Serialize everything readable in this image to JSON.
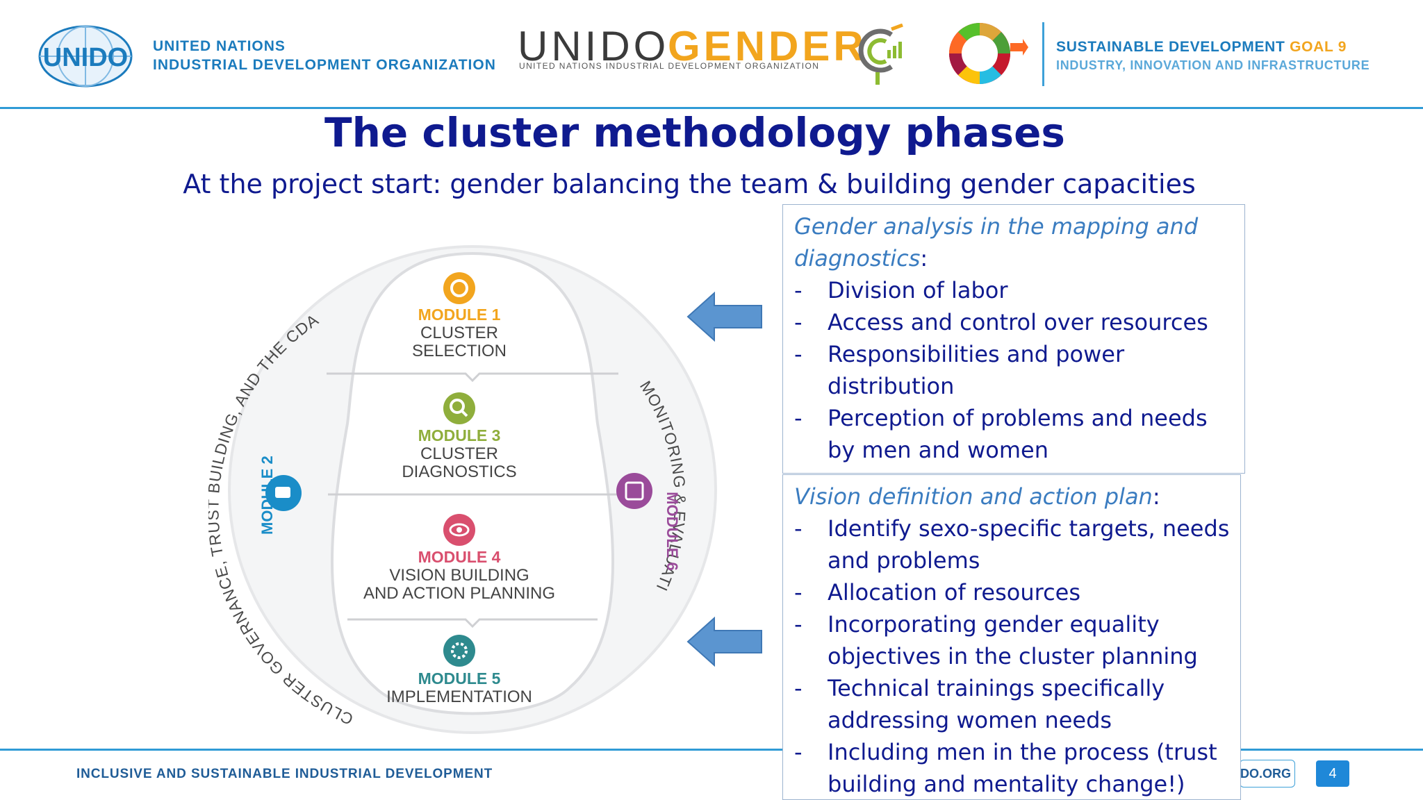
{
  "header": {
    "org_line1": "UNITED NATIONS",
    "org_line2": "INDUSTRIAL DEVELOPMENT ORGANIZATION",
    "unido_logo_text": "UNIDO",
    "gender_logo": {
      "part1": "UNIDO",
      "part2": "GENDER",
      "sub": "UNITED NATIONS INDUSTRIAL DEVELOPMENT ORGANIZATION"
    },
    "sdg": {
      "line1_main": "SUSTAINABLE DEVELOPMENT",
      "line1_goal": "GOAL 9",
      "line2": "INDUSTRY, INNOVATION AND INFRASTRUCTURE"
    }
  },
  "title": "The cluster methodology phases",
  "subtitle": "At the project start: gender balancing the team & building gender capacities",
  "diagram": {
    "modules": [
      {
        "label": "MODULE 1",
        "lines": [
          "CLUSTER",
          "SELECTION"
        ],
        "color": "#f2a51e"
      },
      {
        "label": "MODULE 3",
        "lines": [
          "CLUSTER",
          "DIAGNOSTICS"
        ],
        "color": "#8fae3c"
      },
      {
        "label": "MODULE 4",
        "lines": [
          "VISION BUILDING",
          "AND ACTION PLANNING"
        ],
        "color": "#d94f6e"
      },
      {
        "label": "MODULE 5",
        "lines": [
          "IMPLEMENTATION"
        ],
        "color": "#2e8a8e"
      }
    ],
    "left_module": {
      "label": "MODULE 2",
      "color": "#1a8dc8"
    },
    "right_module": {
      "label": "MODULE 6",
      "color": "#9a4b9a"
    },
    "left_arc_text": "CLUSTER GOVERNANCE, TRUST BUILDING, AND THE CDA",
    "right_arc_text": "MONITORING & EVALUATION"
  },
  "box1": {
    "heading_em": "Gender analysis in the mapping and diagnostics",
    "heading_suffix": ":",
    "items": [
      "Division of labor",
      "Access and control over resources",
      "Responsibilities and power distribution",
      "Perception of problems and needs by men and women"
    ]
  },
  "box2": {
    "heading_em": "Vision definition and action plan",
    "heading_suffix": ":",
    "items": [
      "Identify sexo-specific targets, needs and problems",
      "Allocation of resources",
      "Incorporating gender equality objectives in the cluster planning",
      "Technical trainings specifically addressing women needs",
      "Including men in the process (trust building and mentality change!)"
    ]
  },
  "footer": {
    "tagline": "INCLUSIVE AND SUSTAINABLE INDUSTRIAL DEVELOPMENT",
    "url_fragment": "DO.ORG",
    "page_number": "4"
  },
  "colors": {
    "title": "#0f1a8f",
    "accent_blue": "#2f9bd6",
    "arrow_fill": "#5b95d0",
    "italic_heading": "#3a7cc0"
  }
}
